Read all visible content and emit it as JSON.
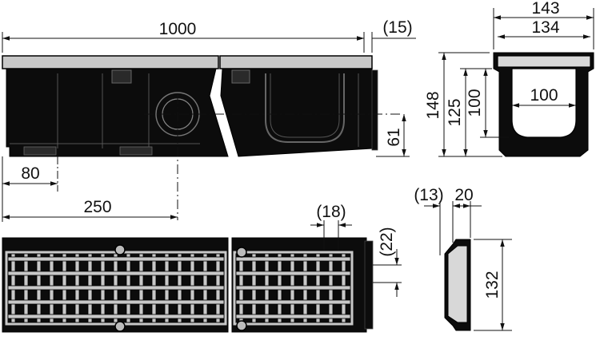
{
  "drawing": {
    "title": "",
    "colors": {
      "body": "#0c0c0c",
      "grate": "#c8c8c8",
      "line": "#111111",
      "background": "#ffffff"
    },
    "side_view": {
      "length_label": "1000",
      "overhang_label": "(15)",
      "outlet_offset_label": "80",
      "outlet_position_label": "250",
      "outlet_height_label": "61"
    },
    "cross_section": {
      "overall_width_label": "143",
      "inner_width_label": "134",
      "channel_width_label": "100",
      "total_height_label": "148",
      "body_height_label": "125",
      "channel_depth_label": "100"
    },
    "top_view": {
      "bar_spacing_label": "(18)",
      "edge_gap_label": "(22)"
    },
    "end_cap": {
      "flange_label": "(13)",
      "thickness_label": "20",
      "height_label": "132"
    }
  }
}
